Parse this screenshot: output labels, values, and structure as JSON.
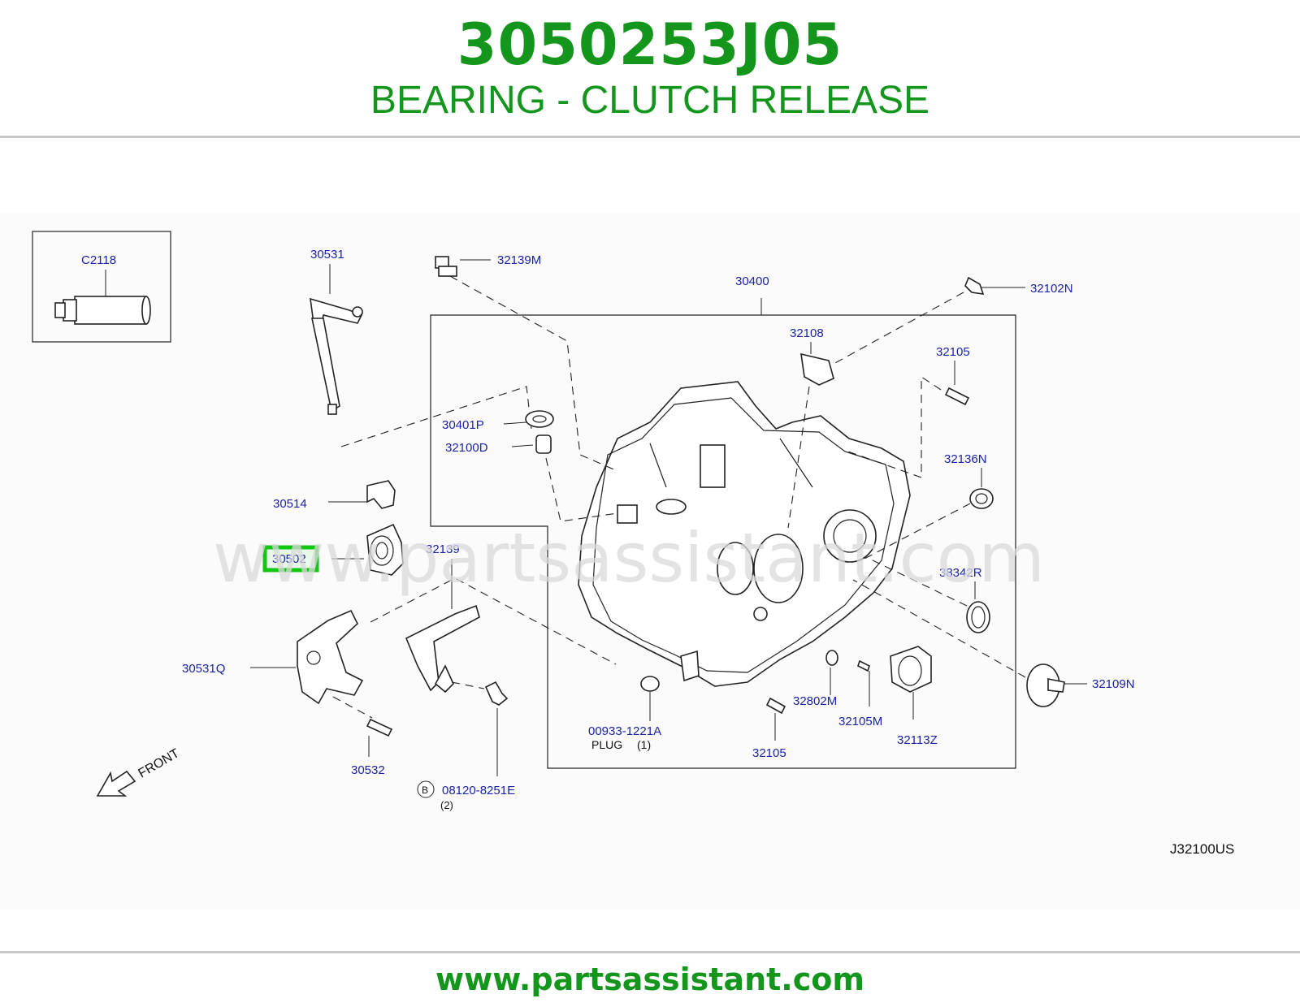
{
  "header": {
    "part_number": "3050253J05",
    "title": "BEARING - CLUTCH RELEASE"
  },
  "diagram": {
    "watermark": "www.partsassistant.com",
    "highlighted_part": "30502",
    "highlight_color": "#13c613",
    "label_color": "#1a22a8",
    "inset_label": "C2118",
    "parts": {
      "p30531": "30531",
      "p32139M": "32139M",
      "p30400": "30400",
      "p32102N": "32102N",
      "p32108": "32108",
      "p32105_top": "32105",
      "p30401P": "30401P",
      "p32100D": "32100D",
      "p32136N": "32136N",
      "p30514": "30514",
      "p30502": "30502",
      "p32139": "32139",
      "p38342R": "38342R",
      "p30531Q": "30531Q",
      "p32109N": "32109N",
      "p00933": "00933-1221A",
      "plug": "PLUG",
      "plug_qty": "(1)",
      "p32802M": "32802M",
      "p32105M": "32105M",
      "p32113Z": "32113Z",
      "p32105_bottom": "32105",
      "p30532": "30532",
      "bolt_marker": "B",
      "p08120": "08120-8251E",
      "bolt_qty": "(2)"
    },
    "front_label": "FRONT",
    "diagram_code": "J32100US"
  },
  "footer": {
    "url": "www.partsassistant.com"
  }
}
